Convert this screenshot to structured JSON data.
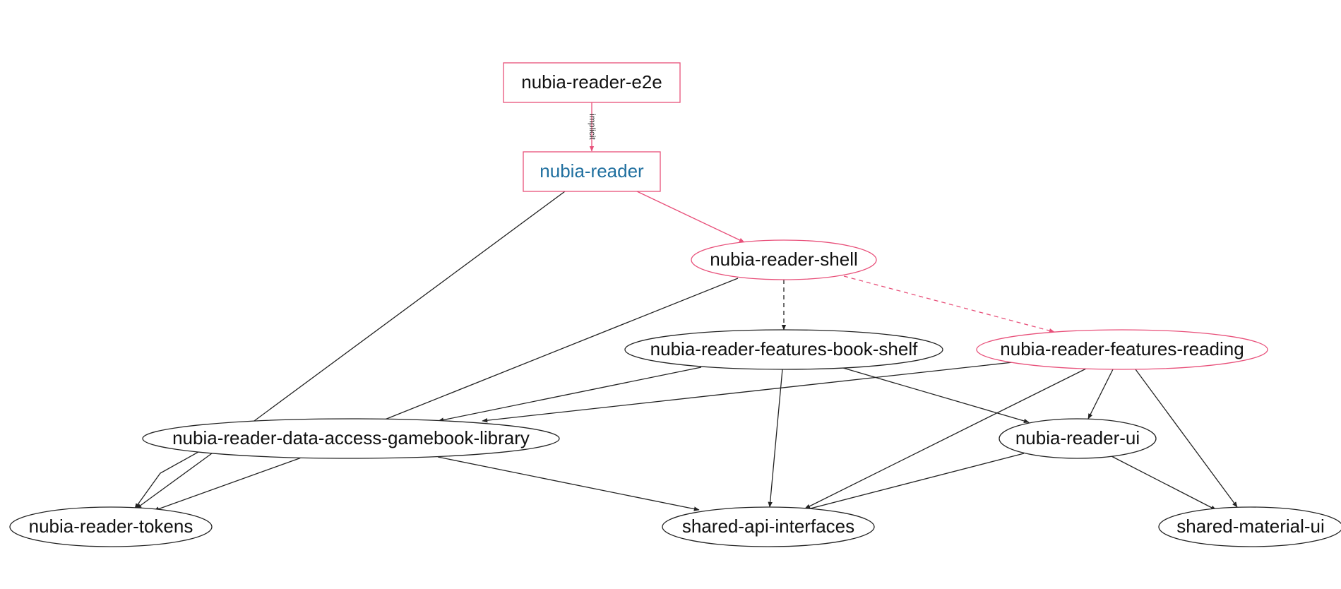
{
  "colors": {
    "highlight": "#e8507a",
    "default_stroke": "#222222",
    "text": "#111111",
    "focus_text": "#1f6f9f",
    "background": "#ffffff"
  },
  "nodes": [
    {
      "id": "e2e",
      "label": "nubia-reader-e2e",
      "shape": "box",
      "highlight": true,
      "focus": false
    },
    {
      "id": "reader",
      "label": "nubia-reader",
      "shape": "box",
      "highlight": true,
      "focus": true
    },
    {
      "id": "shell",
      "label": "nubia-reader-shell",
      "shape": "ellipse",
      "highlight": true,
      "focus": false
    },
    {
      "id": "bookshelf",
      "label": "nubia-reader-features-book-shelf",
      "shape": "ellipse",
      "highlight": false,
      "focus": false
    },
    {
      "id": "reading",
      "label": "nubia-reader-features-reading",
      "shape": "ellipse",
      "highlight": true,
      "focus": false
    },
    {
      "id": "dataaccess",
      "label": "nubia-reader-data-access-gamebook-library",
      "shape": "ellipse",
      "highlight": false,
      "focus": false
    },
    {
      "id": "ui",
      "label": "nubia-reader-ui",
      "shape": "ellipse",
      "highlight": false,
      "focus": false
    },
    {
      "id": "tokens",
      "label": "nubia-reader-tokens",
      "shape": "ellipse",
      "highlight": false,
      "focus": false
    },
    {
      "id": "apiint",
      "label": "shared-api-interfaces",
      "shape": "ellipse",
      "highlight": false,
      "focus": false
    },
    {
      "id": "material",
      "label": "shared-material-ui",
      "shape": "ellipse",
      "highlight": false,
      "focus": false
    }
  ],
  "edges": [
    {
      "from": "e2e",
      "to": "reader",
      "label": "implicit",
      "style": "solid",
      "highlight": true
    },
    {
      "from": "reader",
      "to": "shell",
      "style": "solid",
      "highlight": true
    },
    {
      "from": "reader",
      "to": "tokens",
      "style": "solid",
      "highlight": false
    },
    {
      "from": "shell",
      "to": "bookshelf",
      "style": "dashed",
      "highlight": false
    },
    {
      "from": "shell",
      "to": "reading",
      "style": "dashed",
      "highlight": true
    },
    {
      "from": "shell",
      "to": "tokens",
      "style": "solid",
      "highlight": false
    },
    {
      "from": "bookshelf",
      "to": "dataaccess",
      "style": "solid",
      "highlight": false
    },
    {
      "from": "bookshelf",
      "to": "apiint",
      "style": "solid",
      "highlight": false
    },
    {
      "from": "bookshelf",
      "to": "ui",
      "style": "solid",
      "highlight": false
    },
    {
      "from": "reading",
      "to": "dataaccess",
      "style": "solid",
      "highlight": false
    },
    {
      "from": "reading",
      "to": "ui",
      "style": "solid",
      "highlight": false
    },
    {
      "from": "reading",
      "to": "apiint",
      "style": "solid",
      "highlight": false
    },
    {
      "from": "reading",
      "to": "material",
      "style": "solid",
      "highlight": false
    },
    {
      "from": "dataaccess",
      "to": "tokens",
      "style": "solid",
      "highlight": false
    },
    {
      "from": "dataaccess",
      "to": "apiint",
      "style": "solid",
      "highlight": false
    },
    {
      "from": "ui",
      "to": "apiint",
      "style": "solid",
      "highlight": false
    },
    {
      "from": "ui",
      "to": "material",
      "style": "solid",
      "highlight": false
    }
  ]
}
